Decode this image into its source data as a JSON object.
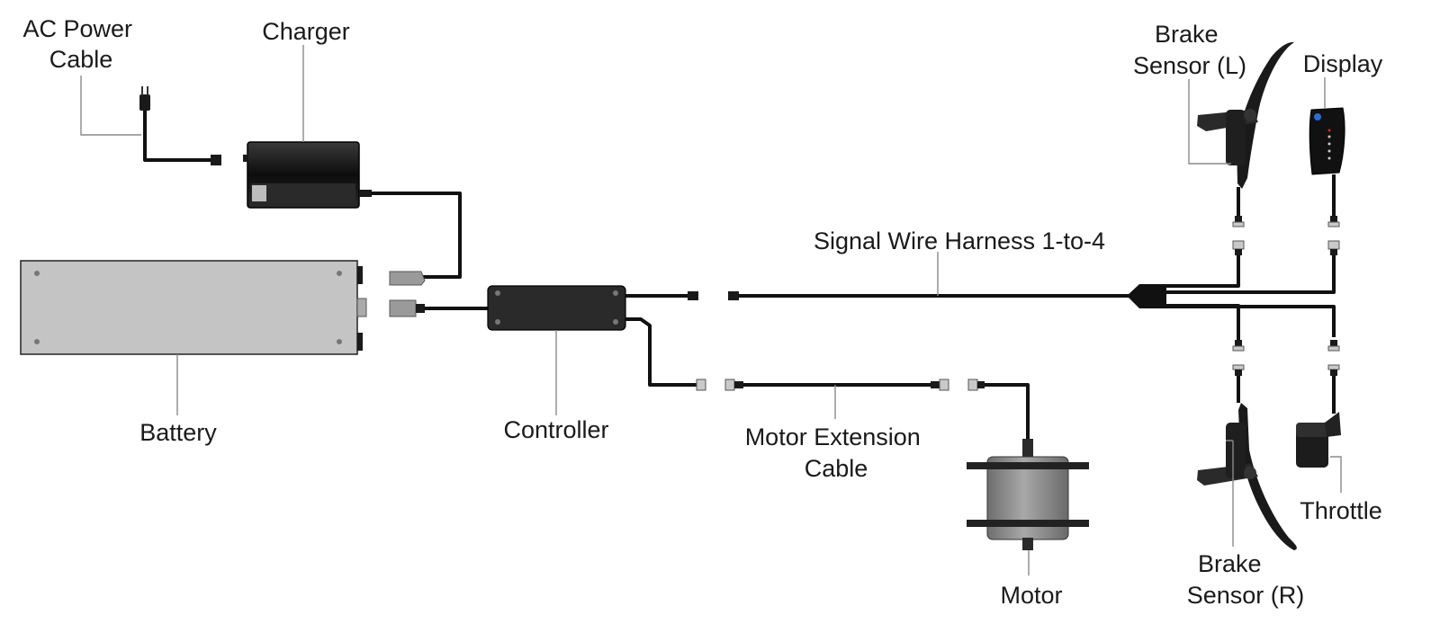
{
  "labels": {
    "ac_power_cable": [
      "AC Power",
      "Cable"
    ],
    "charger": "Charger",
    "battery": "Battery",
    "controller": "Controller",
    "signal_wire_harness": "Signal Wire Harness 1-to-4",
    "motor_extension_cable": [
      "Motor Extension",
      "Cable"
    ],
    "motor": "Motor",
    "brake_sensor_left": [
      "Brake",
      "Sensor (L)"
    ],
    "display": "Display",
    "throttle": "Throttle",
    "brake_sensor_right": [
      "Brake",
      "Sensor (R)"
    ]
  },
  "colors": {
    "cable": "#111111",
    "battery_body": "#c4c4c4",
    "device_dark": "#1c1c1c",
    "motor_body": "#8a8a8a",
    "display_button": "#2a6fd6",
    "leader": "#8a8a8a"
  }
}
